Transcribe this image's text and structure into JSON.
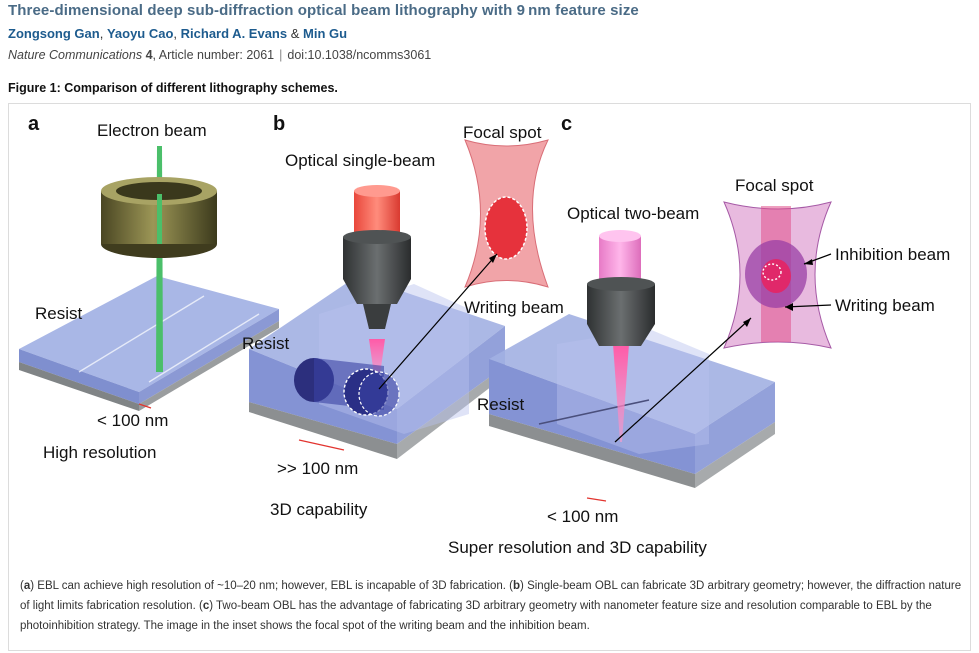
{
  "article": {
    "title": "Three-dimensional deep sub-diffraction optical beam lithography with 9 nm feature size",
    "authors": [
      "Zongsong Gan",
      "Yaoyu Cao",
      "Richard A. Evans",
      "Min Gu"
    ],
    "author_sep_1": ", ",
    "author_sep_2": ", ",
    "author_sep_3": " & ",
    "journal": "Nature Communications",
    "volume": "4",
    "article_number": ", Article number: 2061",
    "separator": "|",
    "doi": "doi:10.1038/ncomms3061"
  },
  "figure": {
    "heading": "Figure 1: Comparison of different lithography schemes.",
    "panels": {
      "a": {
        "letter": "a",
        "label_beam": "Electron beam",
        "label_resist": "Resist",
        "label_size": "< 100 nm",
        "label_summary": "High resolution"
      },
      "b": {
        "letter": "b",
        "label_beam": "Optical single-beam",
        "label_focal": "Focal spot",
        "label_writing": "Writing beam",
        "label_resist": "Resist",
        "label_size": ">> 100 nm",
        "label_summary": "3D capability"
      },
      "c": {
        "letter": "c",
        "label_beam": "Optical two-beam",
        "label_focal": "Focal spot",
        "label_inhibition": "Inhibition beam",
        "label_writing": "Writing beam",
        "label_resist": "Resist",
        "label_size": "< 100 nm",
        "label_summary": "Super resolution and 3D capability"
      }
    },
    "caption": {
      "a": "a",
      "a_text": "EBL can achieve high resolution of ~10–20 nm; however, EBL is incapable of 3D fabrication. (",
      "b": "b",
      "b_text": ") Single-beam OBL can fabricate 3D arbitrary geometry; however, the diffraction nature of light limits fabrication resolution. (",
      "c": "c",
      "c_text": ") Two-beam OBL has the advantage of fabricating 3D arbitrary geometry with nanometer feature size and resolution comparable to EBL by the photoinhibition strategy. The image in the inset shows the focal spot of the writing beam and the inhibition beam."
    }
  },
  "colors": {
    "title": "#4a6b86",
    "author_link": "#1d5b8e",
    "resist_blue": "#8fa2e0",
    "electron_green": "#4bbf6a",
    "writing_pink": "#f0559a",
    "inhibition_purple": "#9a3fa6",
    "focal_red": "#e8616a"
  }
}
